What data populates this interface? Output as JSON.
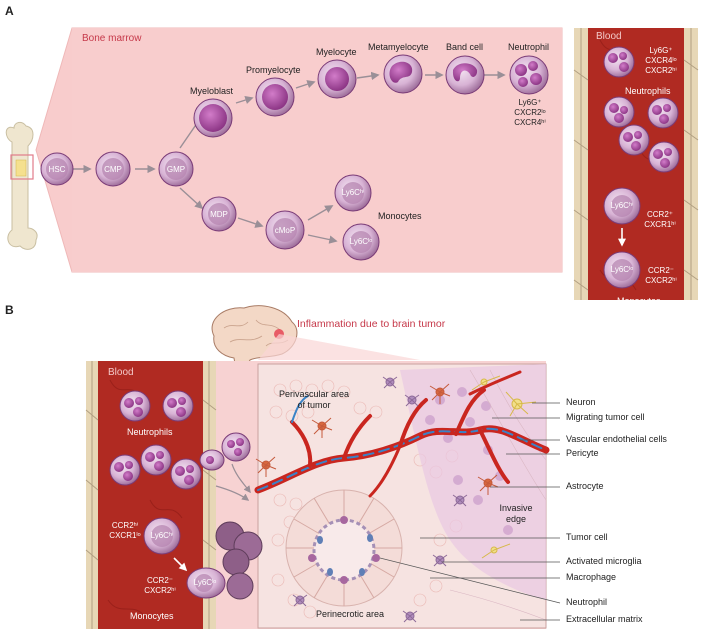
{
  "panelA": {
    "letter": "A",
    "bone_marrow": "Bone marrow",
    "cells": {
      "hsc": "HSC",
      "cmp": "CMP",
      "gmp": "GMP",
      "mdp": "MDP",
      "cmop": "cMoP",
      "ly6c_hi": "Ly6Cʰⁱ",
      "ly6c_lo": "Ly6Cˡᵒ"
    },
    "stages": {
      "myeloblast": "Myeloblast",
      "promyelocyte": "Promyelocyte",
      "myelocyte": "Myelocyte",
      "metamyelocyte": "Metamyelocyte",
      "band_cell": "Band cell",
      "neutrophil": "Neutrophil"
    },
    "neutrophil_markers": "Ly6G⁺\nCXCR2ˡᵒ\nCXCR4ʰⁱ",
    "monocytes": "Monocytes",
    "blood": {
      "title": "Blood",
      "neutrophil_markers": "Ly6G⁺\nCXCR4ˡᵒ\nCXCR2ʰⁱ",
      "neutrophils": "Neutrophils",
      "ly6c_hi": "Ly6Cʰⁱ",
      "ly6c_hi_markers": "CCR2⁺\nCXCR1ʰⁱ",
      "ly6c_lo": "Ly6Cˡᵒ",
      "ly6c_lo_markers": "CCR2⁻\nCXCR2ʰⁱ",
      "monocytes": "Monocytes"
    }
  },
  "panelB": {
    "letter": "B",
    "inflammation": "Inflammation due to brain tumor",
    "blood": {
      "title": "Blood",
      "neutrophils": "Neutrophils",
      "ly6c_hi_markers": "CCR2ʰⁱ\nCXCR1ˡᵒ",
      "ly6c_hi": "Ly6Cʰⁱ",
      "ly6c_lo_markers": "CCR2⁻\nCXCR2ʰⁱ",
      "ly6c_lo": "Ly6Cˡᵒ",
      "monocytes": "Monocytes"
    },
    "perivascular": "Perivascular area\nof tumor",
    "invasive_edge": "Invasive\nedge",
    "perinecrotic": "Perinecrotic area",
    "legend": [
      "Neuron",
      "Migrating tumor cell",
      "Vascular endothelial cells",
      "Pericyte",
      "Astrocyte",
      "Tumor cell",
      "Activated microglia",
      "Macrophage",
      "Neutrophil",
      "Extracellular matrix"
    ]
  },
  "colors": {
    "marrow": "#f7c9c9",
    "blood": "#b4261f",
    "cell": "#a1589a",
    "accent": "#c6394a"
  }
}
